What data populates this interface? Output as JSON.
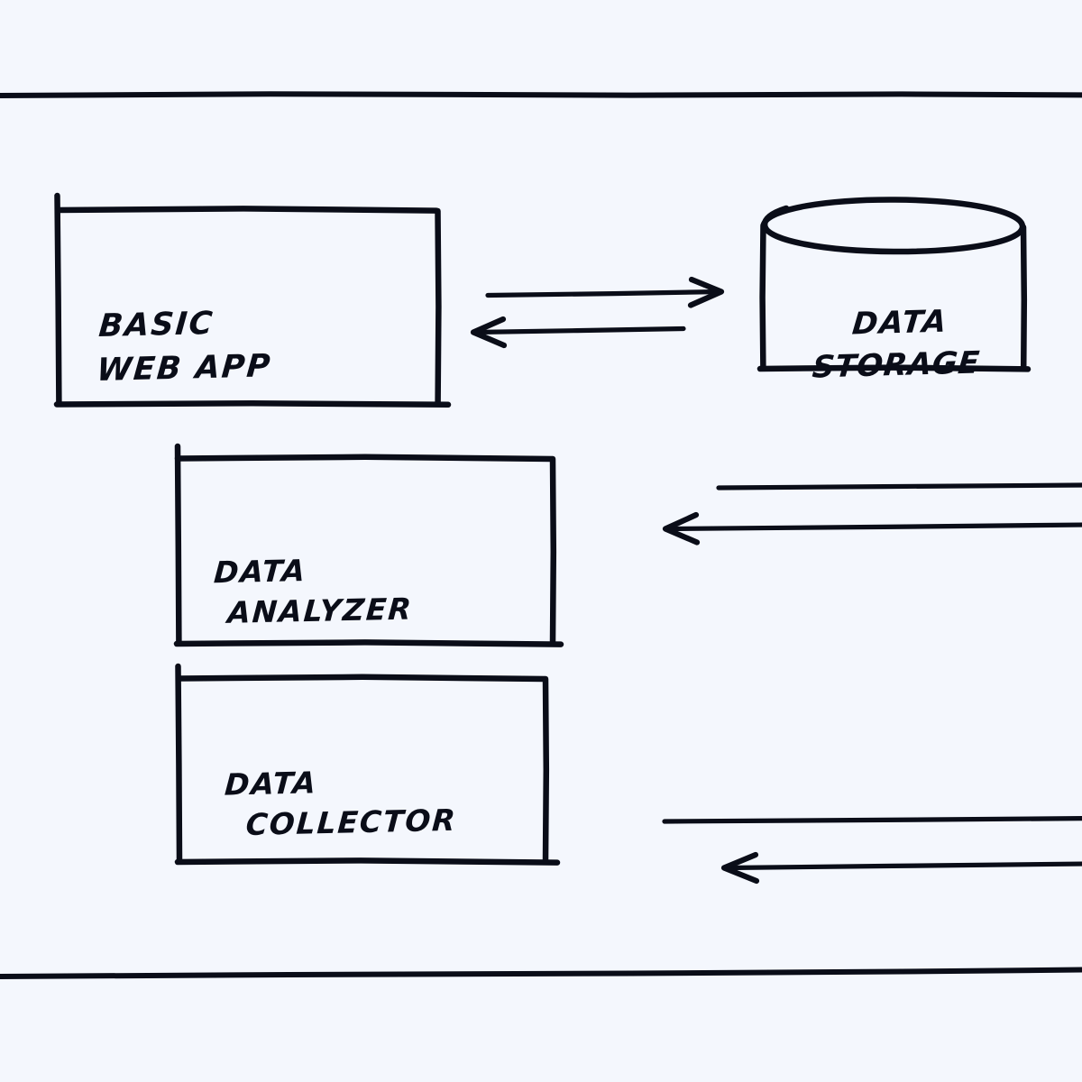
{
  "diagram": {
    "title": "Hand-drawn system architecture sketch",
    "style": "hand-drawn whiteboard sketch",
    "background_color": "#f4f7fd",
    "ink_color": "#0a0d18",
    "frame": {
      "top_rule": "horizontal rule",
      "bottom_rule": "horizontal rule"
    },
    "nodes": [
      {
        "id": "web-app",
        "shape": "rectangle",
        "line_1": "BASIC",
        "line_2": "WEB APP",
        "full_label": "BASIC WEB APP"
      },
      {
        "id": "data-storage",
        "shape": "cylinder",
        "line_1": "DATA",
        "line_2": "STORAGE",
        "full_label": "DATA STORAGE"
      },
      {
        "id": "data-analyzer",
        "shape": "rectangle",
        "line_1": "DATA",
        "line_2": "ANALYZER",
        "full_label": "DATA ANALYZER"
      },
      {
        "id": "data-collector",
        "shape": "rectangle",
        "line_1": "DATA",
        "line_2": "COLLECTOR",
        "full_label": "DATA COLLECTOR"
      }
    ],
    "connectors": [
      {
        "id": "web-app-to-storage",
        "from": "web-app",
        "to": "data-storage",
        "direction": "right",
        "arrowhead": "open-v"
      },
      {
        "id": "storage-to-web-app",
        "from": "data-storage",
        "to": "web-app",
        "direction": "left",
        "arrowhead": "open-v"
      },
      {
        "id": "analyzer-outbound-line",
        "from": "data-analyzer",
        "to": "offscreen-right",
        "direction": "right",
        "arrowhead": "none"
      },
      {
        "id": "analyzer-inbound-arrow",
        "from": "offscreen-right",
        "to": "data-analyzer",
        "direction": "left",
        "arrowhead": "open-v"
      },
      {
        "id": "collector-outbound-line",
        "from": "data-collector",
        "to": "offscreen-right",
        "direction": "right",
        "arrowhead": "none"
      },
      {
        "id": "collector-inbound-arrow",
        "from": "offscreen-right",
        "to": "data-collector",
        "direction": "left",
        "arrowhead": "open-v"
      }
    ]
  }
}
